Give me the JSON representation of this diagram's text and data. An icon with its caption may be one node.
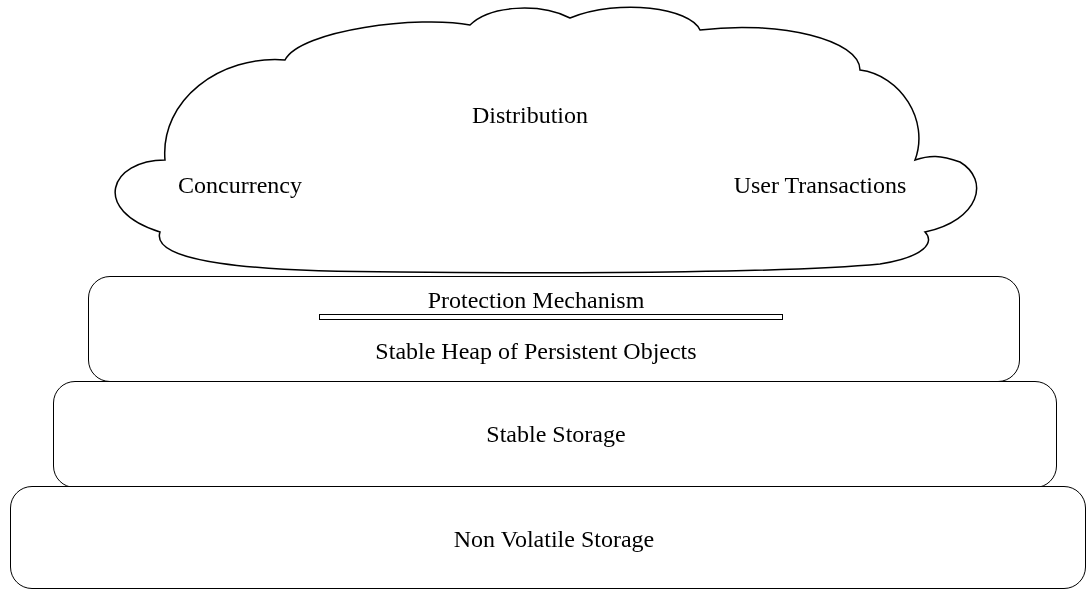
{
  "diagram": {
    "nodes": [
      {
        "text": [
          "Distribution",
          "Concurrency",
          "User Transactions"
        ]
      },
      {
        "text": [
          "Protection Mechanism",
          "Stable Heap of Persistent Objects"
        ]
      },
      {
        "text": [
          "Stable Storage"
        ]
      },
      {
        "text": [
          "Non Volatile Storage"
        ]
      }
    ]
  }
}
